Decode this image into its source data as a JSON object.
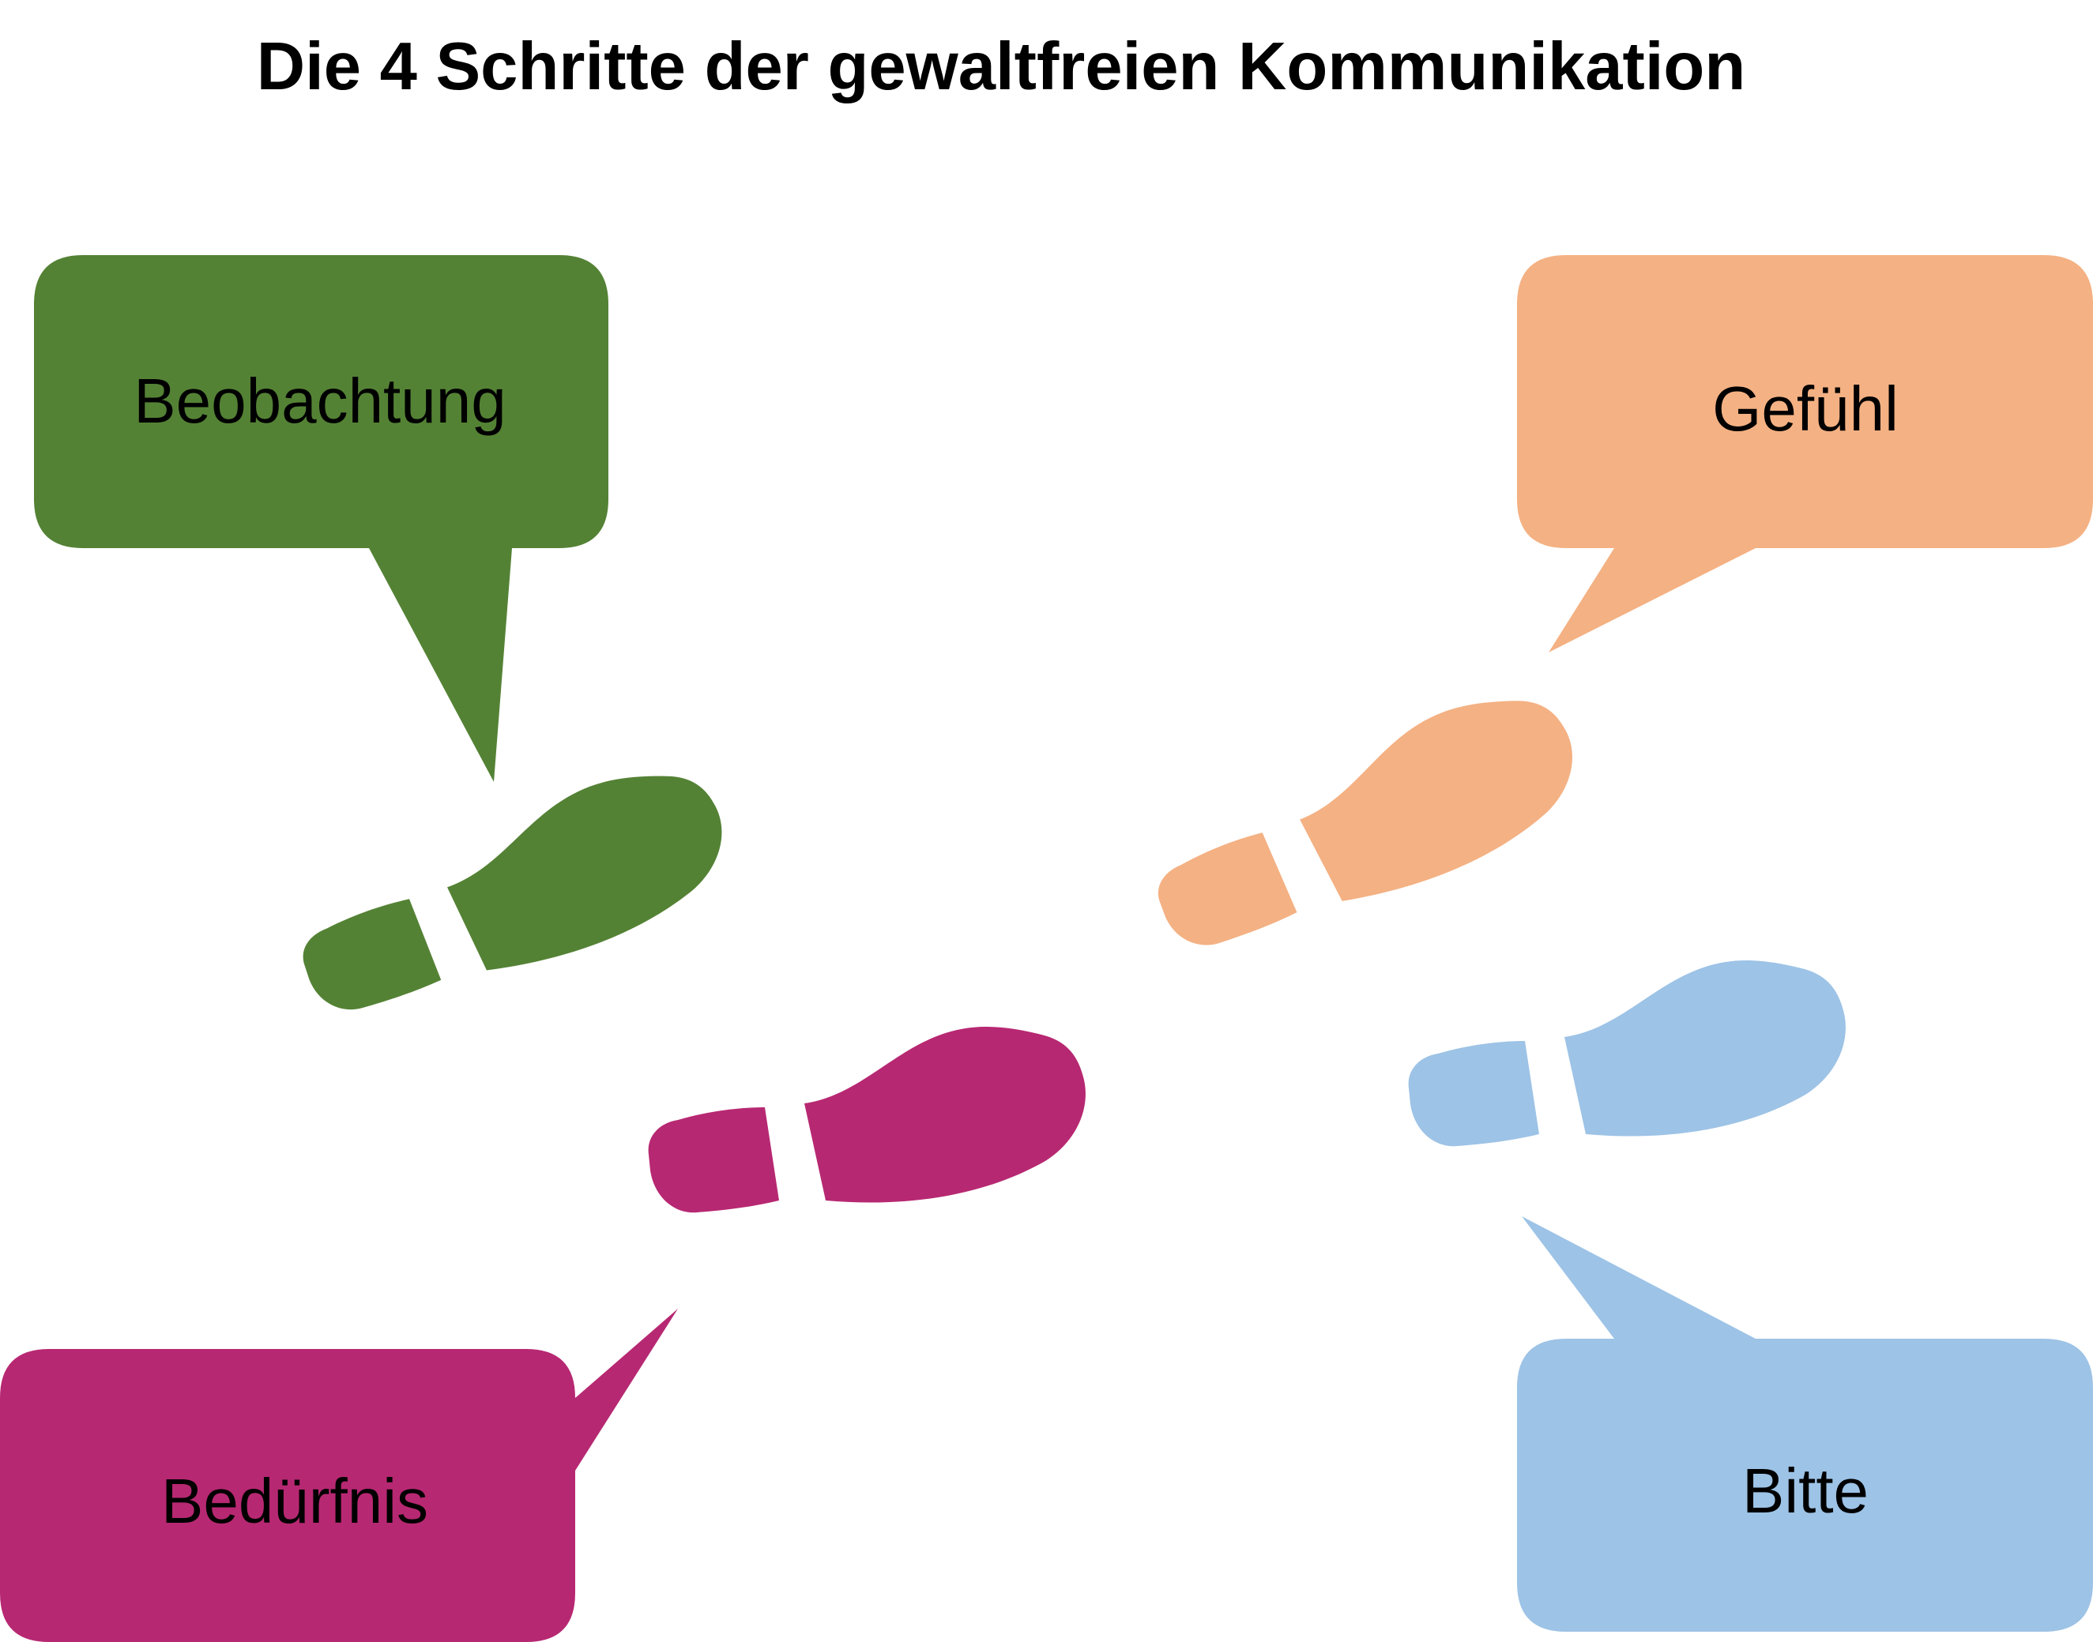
{
  "title": "Die 4 Schritte der gewaltfreien Kommunikation",
  "steps": [
    {
      "label": "Beobachtung",
      "color": "#548235",
      "icon": "footprint-icon"
    },
    {
      "label": "Gefühl",
      "color": "#f4b183",
      "icon": "footprint-icon"
    },
    {
      "label": "Bedürfnis",
      "color": "#b72872",
      "icon": "footprint-icon"
    },
    {
      "label": "Bitte",
      "color": "#9dc3e6",
      "icon": "footprint-icon"
    }
  ]
}
